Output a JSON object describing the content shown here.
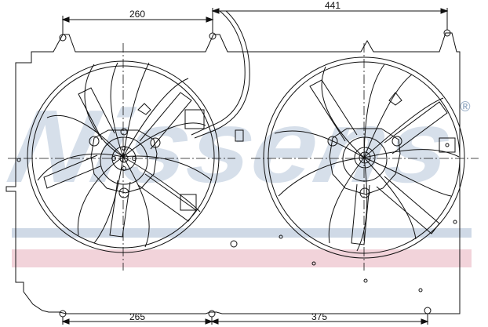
{
  "drawing": {
    "dimensions": {
      "top_left": "260",
      "top_right": "441",
      "bottom_left": "265",
      "bottom_right": "375"
    },
    "watermark": {
      "brand": "Nissens",
      "registered_mark": "®",
      "stripe_blue": "#cfd9e6",
      "stripe_pink": "#f2d3da",
      "text_color": "#c8d4e3"
    },
    "line_color": "#111111"
  }
}
